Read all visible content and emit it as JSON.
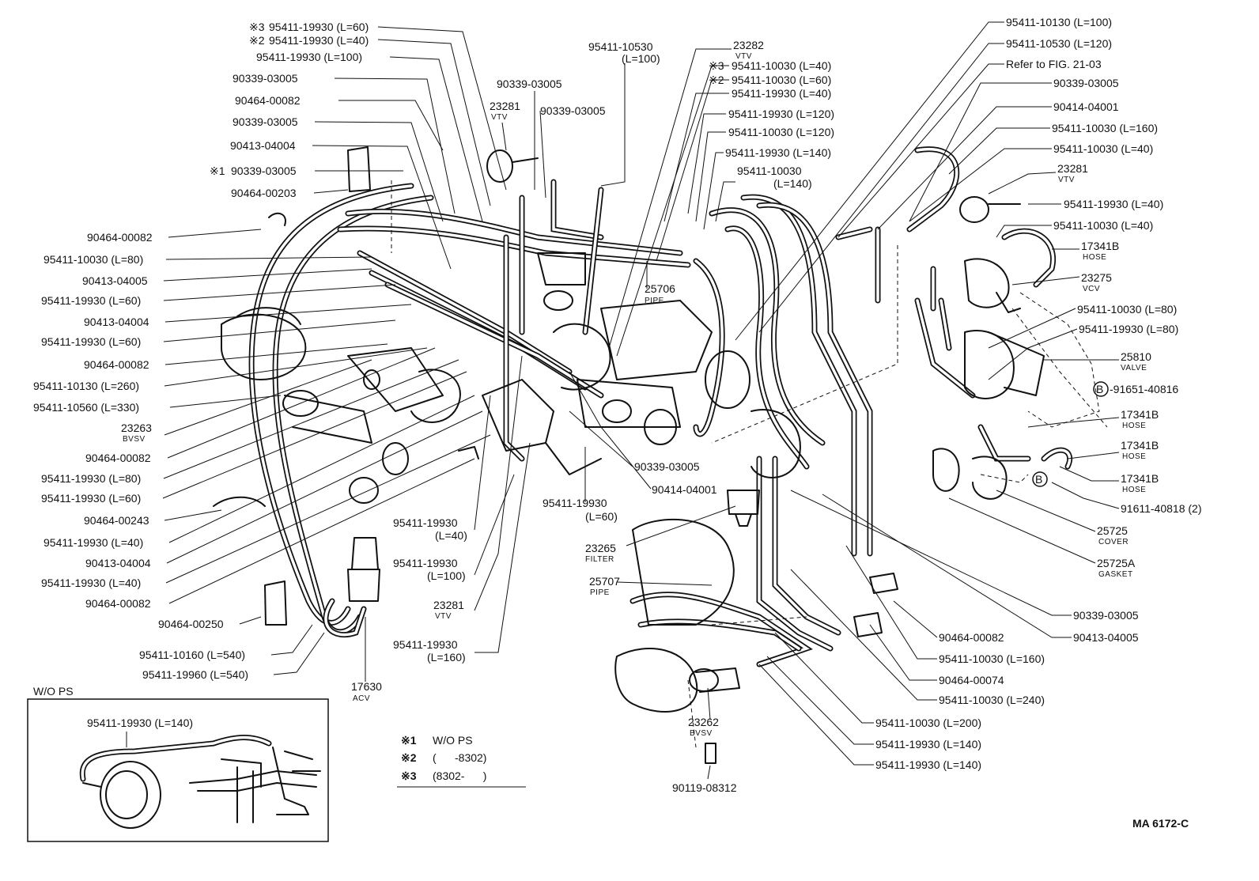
{
  "diagram_id": "MA 6172-C",
  "labels_left": [
    {
      "pre": "※3",
      "text": "95411-19930 (L=60)"
    },
    {
      "pre": "※2",
      "text": "95411-19930 (L=40)"
    },
    {
      "pre": "",
      "text": "95411-19930 (L=100)"
    },
    {
      "pre": "",
      "text": "90339-03005"
    },
    {
      "pre": "",
      "text": "90464-00082"
    },
    {
      "pre": "",
      "text": "90339-03005"
    },
    {
      "pre": "",
      "text": "90413-04004"
    },
    {
      "pre": "※1",
      "text": "90339-03005"
    },
    {
      "pre": "",
      "text": "90464-00203"
    },
    {
      "pre": "",
      "text": "90464-00082"
    },
    {
      "pre": "",
      "text": "95411-10030 (L=80)"
    },
    {
      "pre": "",
      "text": "90413-04005"
    },
    {
      "pre": "",
      "text": "95411-19930 (L=60)"
    },
    {
      "pre": "",
      "text": "90413-04004"
    },
    {
      "pre": "",
      "text": "95411-19930 (L=60)"
    },
    {
      "pre": "",
      "text": "90464-00082"
    },
    {
      "pre": "",
      "text": "95411-10130 (L=260)"
    },
    {
      "pre": "",
      "text": "95411-10560 (L=330)"
    },
    {
      "pre": "",
      "text": "23263",
      "sub": "BVSV"
    },
    {
      "pre": "",
      "text": "90464-00082"
    },
    {
      "pre": "",
      "text": "95411-19930 (L=80)"
    },
    {
      "pre": "",
      "text": "95411-19930 (L=60)"
    },
    {
      "pre": "",
      "text": "90464-00243"
    },
    {
      "pre": "",
      "text": "95411-19930 (L=40)"
    },
    {
      "pre": "",
      "text": "90413-04004"
    },
    {
      "pre": "",
      "text": "95411-19930 (L=40)"
    },
    {
      "pre": "",
      "text": "90464-00082"
    },
    {
      "pre": "",
      "text": "90464-00250"
    },
    {
      "pre": "",
      "text": "95411-10160 (L=540)"
    },
    {
      "pre": "",
      "text": "95411-19960 (L=540)"
    }
  ],
  "labels_center": [
    {
      "text": "95411-10530",
      "sub2": "(L=100)"
    },
    {
      "text": "23282",
      "sub": "VTV"
    },
    {
      "text": "90339-03005"
    },
    {
      "text": "23281",
      "sub": "VTV"
    },
    {
      "text": "90339-03005"
    },
    {
      "text": "25706",
      "sub": "PIPE"
    },
    {
      "text": "90339-03005"
    },
    {
      "text": "90414-04001"
    },
    {
      "text": "95411-19930",
      "sub2": "(L=60)"
    },
    {
      "text": "95411-19930",
      "sub2": "(L=40)"
    },
    {
      "text": "95411-19930",
      "sub2": "(L=100)"
    },
    {
      "text": "23281",
      "sub": "VTV"
    },
    {
      "text": "95411-19930",
      "sub2": "(L=160)"
    },
    {
      "text": "17630",
      "sub": "ACV"
    },
    {
      "text": "23265",
      "sub": "FILTER"
    },
    {
      "text": "25707",
      "sub": "PIPE"
    },
    {
      "text": "23262",
      "sub": "BVSV"
    },
    {
      "text": "90119-08312"
    }
  ],
  "labels_right": [
    {
      "pre": "",
      "text": "95411-10130 (L=100)"
    },
    {
      "pre": "",
      "text": "95411-10530 (L=120)"
    },
    {
      "pre": "",
      "text": "Refer to FIG. 21-03"
    },
    {
      "pre": "※3",
      "text": "95411-10030 (L=40)"
    },
    {
      "pre": "※2",
      "text": "95411-10030 (L=60)"
    },
    {
      "pre": "",
      "text": "95411-19930 (L=40)"
    },
    {
      "pre": "",
      "text": "90339-03005"
    },
    {
      "pre": "",
      "text": "95411-19930 (L=120)"
    },
    {
      "pre": "",
      "text": "90414-04001"
    },
    {
      "pre": "",
      "text": "95411-10030 (L=120)"
    },
    {
      "pre": "",
      "text": "95411-10030 (L=160)"
    },
    {
      "pre": "",
      "text": "95411-19930 (L=140)"
    },
    {
      "pre": "",
      "text": "95411-10030 (L=40)"
    },
    {
      "pre": "",
      "text": "95411-10030",
      "sub2": "(L=140)"
    },
    {
      "pre": "",
      "text": "23281",
      "sub": "VTV"
    },
    {
      "pre": "",
      "text": "95411-19930 (L=40)"
    },
    {
      "pre": "",
      "text": "95411-10030 (L=40)"
    },
    {
      "pre": "",
      "text": "17341B",
      "sub": "HOSE"
    },
    {
      "pre": "",
      "text": "23275",
      "sub": "VCV"
    },
    {
      "pre": "",
      "text": "95411-10030 (L=80)"
    },
    {
      "pre": "",
      "text": "95411-19930 (L=80)"
    },
    {
      "pre": "",
      "text": "25810",
      "sub": "VALVE"
    },
    {
      "pre": "B",
      "text": "-91651-40816"
    },
    {
      "pre": "",
      "text": "17341B",
      "sub": "HOSE"
    },
    {
      "pre": "",
      "text": "17341B",
      "sub": "HOSE"
    },
    {
      "pre": "",
      "text": "17341B",
      "sub": "HOSE"
    },
    {
      "pre": "",
      "text": "91611-40818 (2)"
    },
    {
      "pre": "",
      "text": "25725",
      "sub": "COVER"
    },
    {
      "pre": "",
      "text": "25725A",
      "sub": "GASKET"
    },
    {
      "pre": "",
      "text": "90339-03005"
    },
    {
      "pre": "",
      "text": "90413-04005"
    },
    {
      "pre": "",
      "text": "90464-00082"
    },
    {
      "pre": "",
      "text": "95411-10030 (L=160)"
    },
    {
      "pre": "",
      "text": "90464-00074"
    },
    {
      "pre": "",
      "text": "95411-10030 (L=240)"
    },
    {
      "pre": "",
      "text": "95411-10030 (L=200)"
    },
    {
      "pre": "",
      "text": "95411-19930 (L=140)"
    },
    {
      "pre": "",
      "text": "95411-19930 (L=140)"
    }
  ],
  "inset": {
    "title": "W/O PS",
    "label": "95411-19930 (L=140)"
  },
  "notes": [
    {
      "mark": "※1",
      "text": "W/O PS"
    },
    {
      "mark": "※2",
      "text": "(      -8302)"
    },
    {
      "mark": "※3",
      "text": "(8302-      )"
    }
  ],
  "callout_letter": "B"
}
